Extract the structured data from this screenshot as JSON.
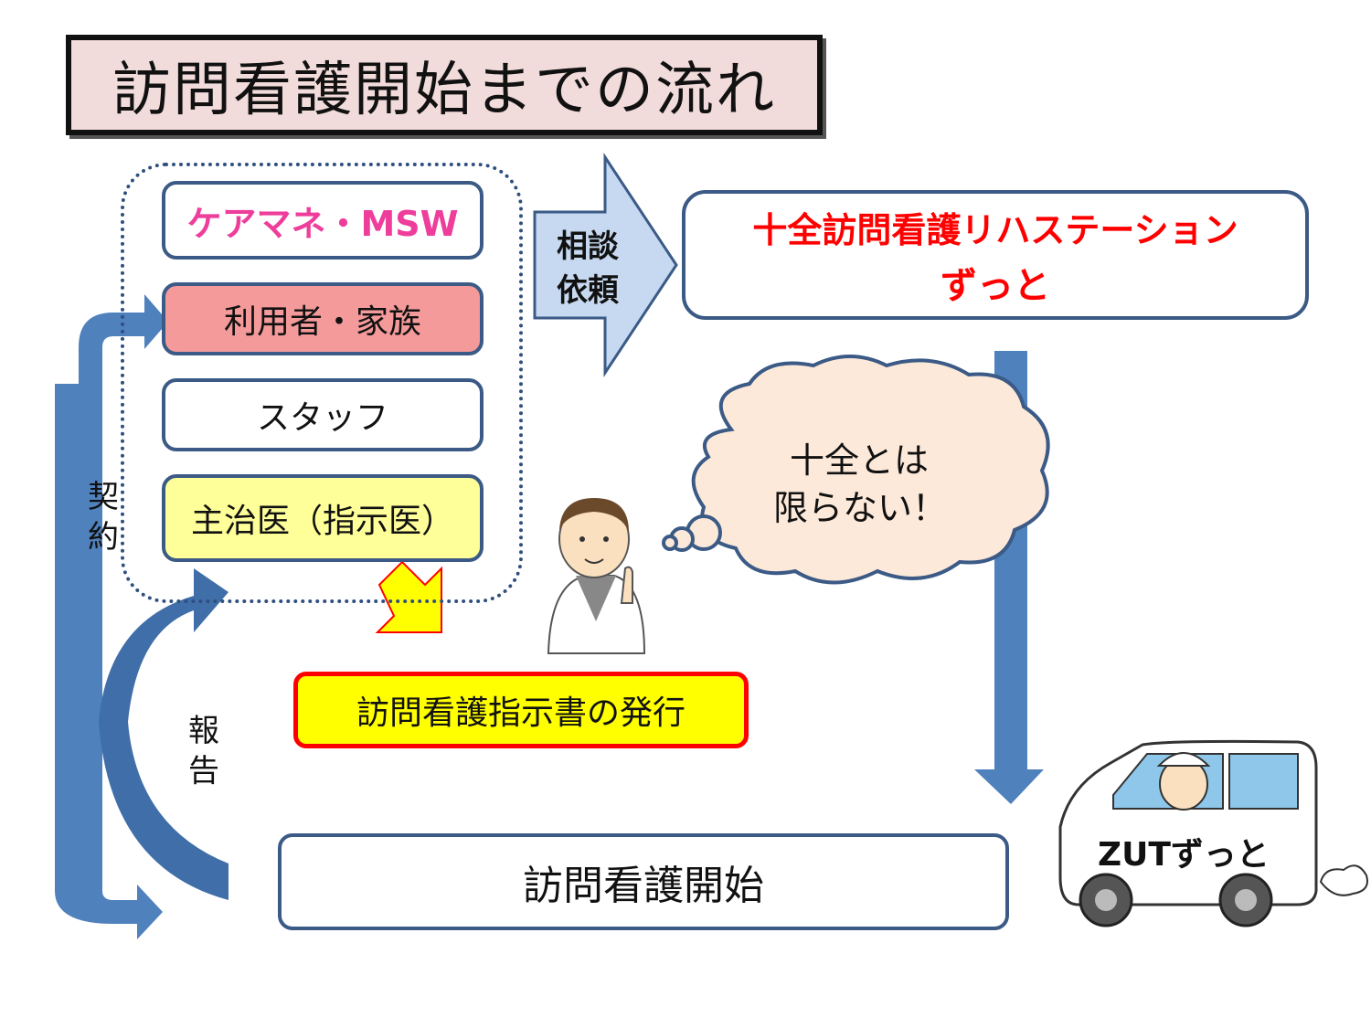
{
  "title": "訪問看護開始までの流れ",
  "actors": {
    "care_manager": "ケアマネ・MSW",
    "user_family": "利用者・家族",
    "staff": "スタッフ",
    "doctor": "主治医（指示医）"
  },
  "consult_label_line1": "相談",
  "consult_label_line2": "依頼",
  "station": {
    "line1": "十全訪問看護リハステーション",
    "line2": "ずっと"
  },
  "cloud": {
    "line1": "十全とは",
    "line2": "限らない！"
  },
  "order_issue": "訪問看護指示書の発行",
  "contract_label": [
    "契",
    "約"
  ],
  "report_label": [
    "報",
    "告"
  ],
  "start": "訪問看護開始",
  "car_label": "ZUTずっと",
  "colors": {
    "arrow_blue": "#4f81bd",
    "title_bg": "#f2dcdb",
    "care_text": "#ee3d9b",
    "user_bg": "#f59a9a",
    "doctor_bg": "#ffff99",
    "station_text": "#ff0000",
    "order_bg": "#ffff00",
    "cloud_bg": "#fde9d9"
  }
}
